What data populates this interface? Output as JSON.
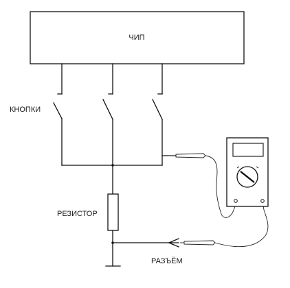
{
  "diagram": {
    "chip_label": "ЧИП",
    "buttons_label": "КНОПКИ",
    "resistor_label": "РЕЗИСТОР",
    "connector_label": "РАЗЪЁМ"
  },
  "colors": {
    "line": "#111111",
    "background": "#ffffff"
  }
}
